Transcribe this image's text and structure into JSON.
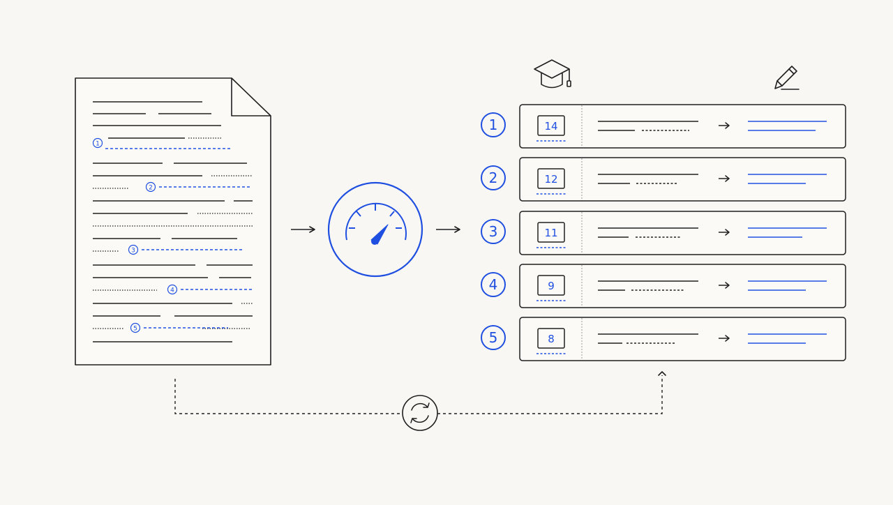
{
  "colors": {
    "background": "#f8f7f4",
    "ink": "#1f1f1f",
    "accent": "#1f4fe0",
    "muted": "#9a9a9a"
  },
  "icons": {
    "document": "document-icon",
    "gauge": "speedometer-icon",
    "learner": "graduation-cap-icon",
    "editor": "pencil-icon",
    "cycle": "refresh-cycle-icon"
  },
  "document_markers": [
    "1",
    "2",
    "3",
    "4",
    "5"
  ],
  "ranked_items": [
    {
      "rank": "1",
      "score": "14"
    },
    {
      "rank": "2",
      "score": "12"
    },
    {
      "rank": "3",
      "score": "11"
    },
    {
      "rank": "4",
      "score": "9"
    },
    {
      "rank": "5",
      "score": "8"
    }
  ]
}
